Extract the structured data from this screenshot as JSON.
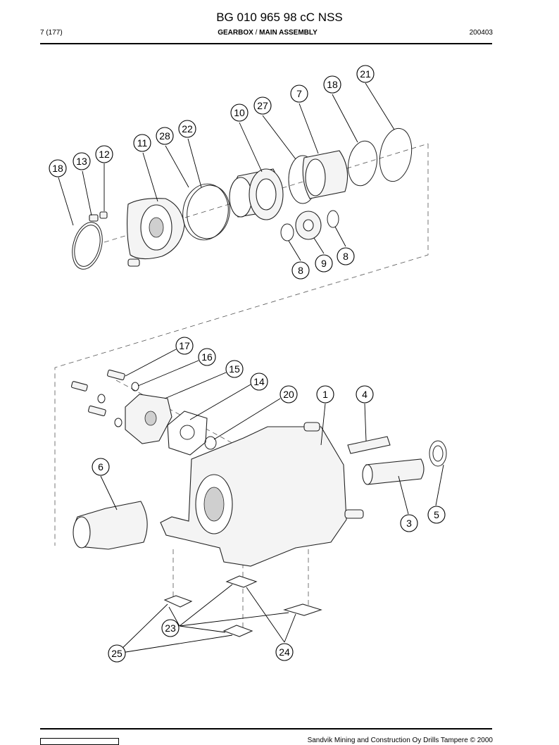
{
  "header": {
    "title": "BG 010 965 98 cC NSS",
    "page_number": "7 (177)",
    "section_main": "GEARBOX",
    "section_sep": "/",
    "section_sub": "MAIN ASSEMBLY",
    "date_code": "200403"
  },
  "callouts": [
    "21",
    "18",
    "7",
    "27",
    "10",
    "22",
    "28",
    "11",
    "12",
    "13",
    "18",
    "8",
    "9",
    "8",
    "17",
    "16",
    "15",
    "14",
    "20",
    "1",
    "4",
    "6",
    "5",
    "3",
    "23",
    "25",
    "24"
  ],
  "footer": {
    "copyright": "Sandvik Mining and Construction Oy Drills Tampere © 2000"
  }
}
